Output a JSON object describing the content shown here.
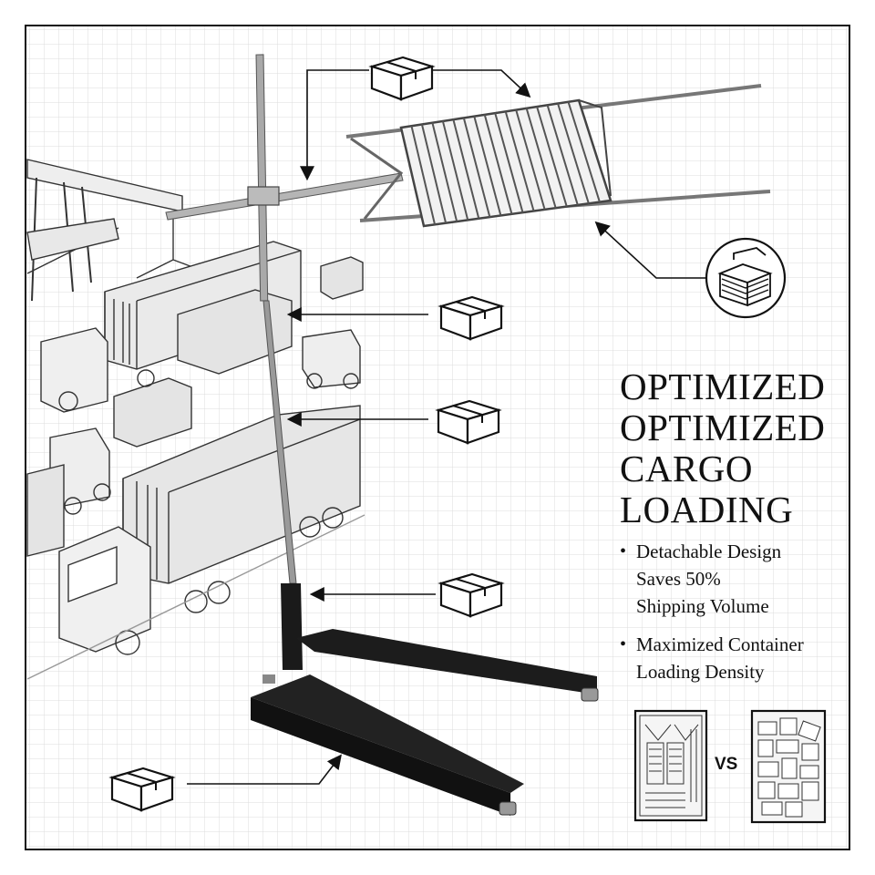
{
  "title": {
    "lines": [
      "OPTIMIZED",
      "OPTIMIZED",
      "CARGO",
      "LOADING"
    ]
  },
  "bullets": [
    {
      "lines": [
        "Detachable Design",
        "Saves 50%",
        "Shipping Volume"
      ]
    },
    {
      "lines": [
        "Maximized Container",
        "Loading Density"
      ]
    }
  ],
  "comparison": {
    "vs_label": "VS"
  },
  "icons": {
    "box": "cardboard-box-icon",
    "stack": "stacked-packages-icon"
  },
  "colors": {
    "frame_metal": "#1a1a1a",
    "pole": "#9a9a9a",
    "grid_line": "#dcdcdc",
    "text": "#111111"
  }
}
